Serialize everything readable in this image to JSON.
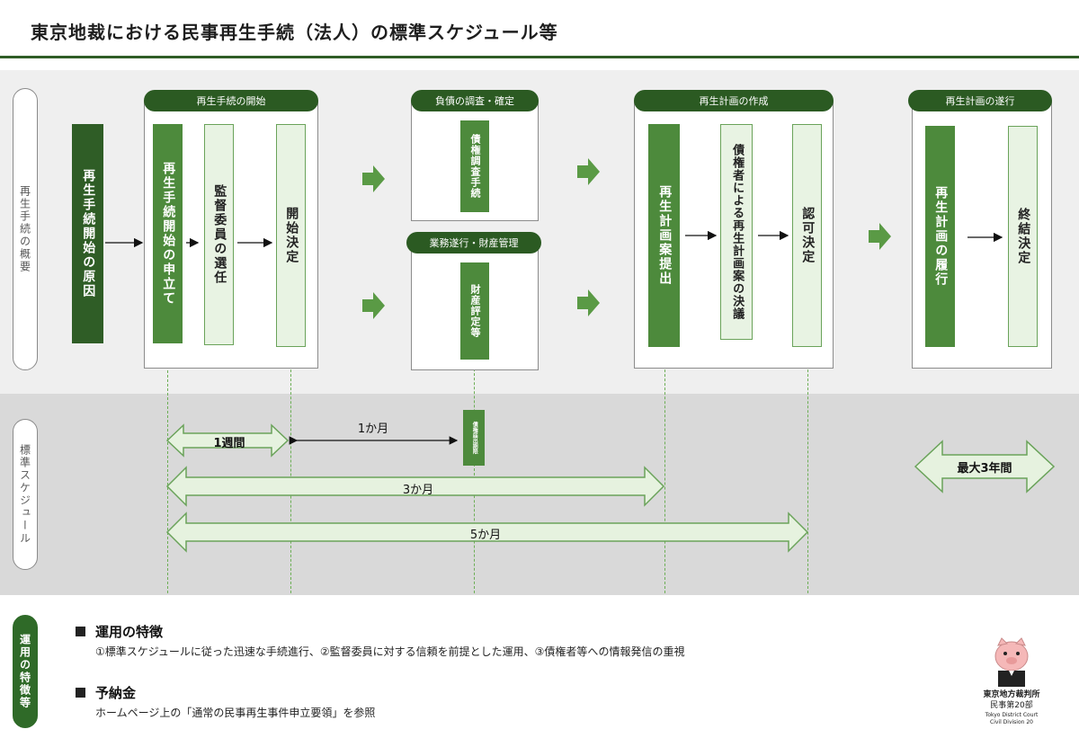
{
  "title": "東京地裁における民事再生手続（法人）の標準スケジュール等",
  "side_labels": {
    "overview": "再生手続の概要",
    "schedule": "標準スケジュール",
    "features": "運用の特徴等"
  },
  "sections": {
    "start": "再生手続の開始",
    "debt": "負債の調査・確定",
    "business": "業務遂行・財産管理",
    "plan": "再生計画の作成",
    "execution": "再生計画の遂行"
  },
  "steps": {
    "cause": "再生手続開始の原因",
    "petition": "再生手続開始の申立て",
    "supervisor": "監督委員の選任",
    "start_decision": "開始決定",
    "claim_investigation": "債権調査手続",
    "asset_valuation": "財産評定等",
    "plan_submission": "再生計画案提出",
    "creditor_vote": "債権者による再生計画案の決議",
    "approval_decision": "認可決定",
    "plan_execution": "再生計画の履行",
    "closing_decision": "終結決定",
    "claim_filing": "債権届出期限"
  },
  "schedule": {
    "one_week": "1週間",
    "one_month": "1か月",
    "three_months": "3か月",
    "five_months": "5か月",
    "max_three_years": "最大3年間"
  },
  "features": {
    "ops_heading": "運用の特徴",
    "ops_text": "①標準スケジュールに従った迅速な手続進行、②監督委員に対する信頼を前提とした運用、③債権者等への情報発信の重視",
    "deposit_heading": "予納金",
    "deposit_text": "ホームページ上の「通常の民事再生事件申立要領」を参照"
  },
  "court": {
    "name": "東京地方裁判所",
    "division": "民事第20部",
    "en_name": "Tokyo District Court",
    "en_division": "Civil Division 20"
  },
  "colors": {
    "dark_green": "#2f5d26",
    "mid_green": "#4d8a3c",
    "light_green": "#e8f3e3",
    "arrow_green": "#5a9a45"
  }
}
